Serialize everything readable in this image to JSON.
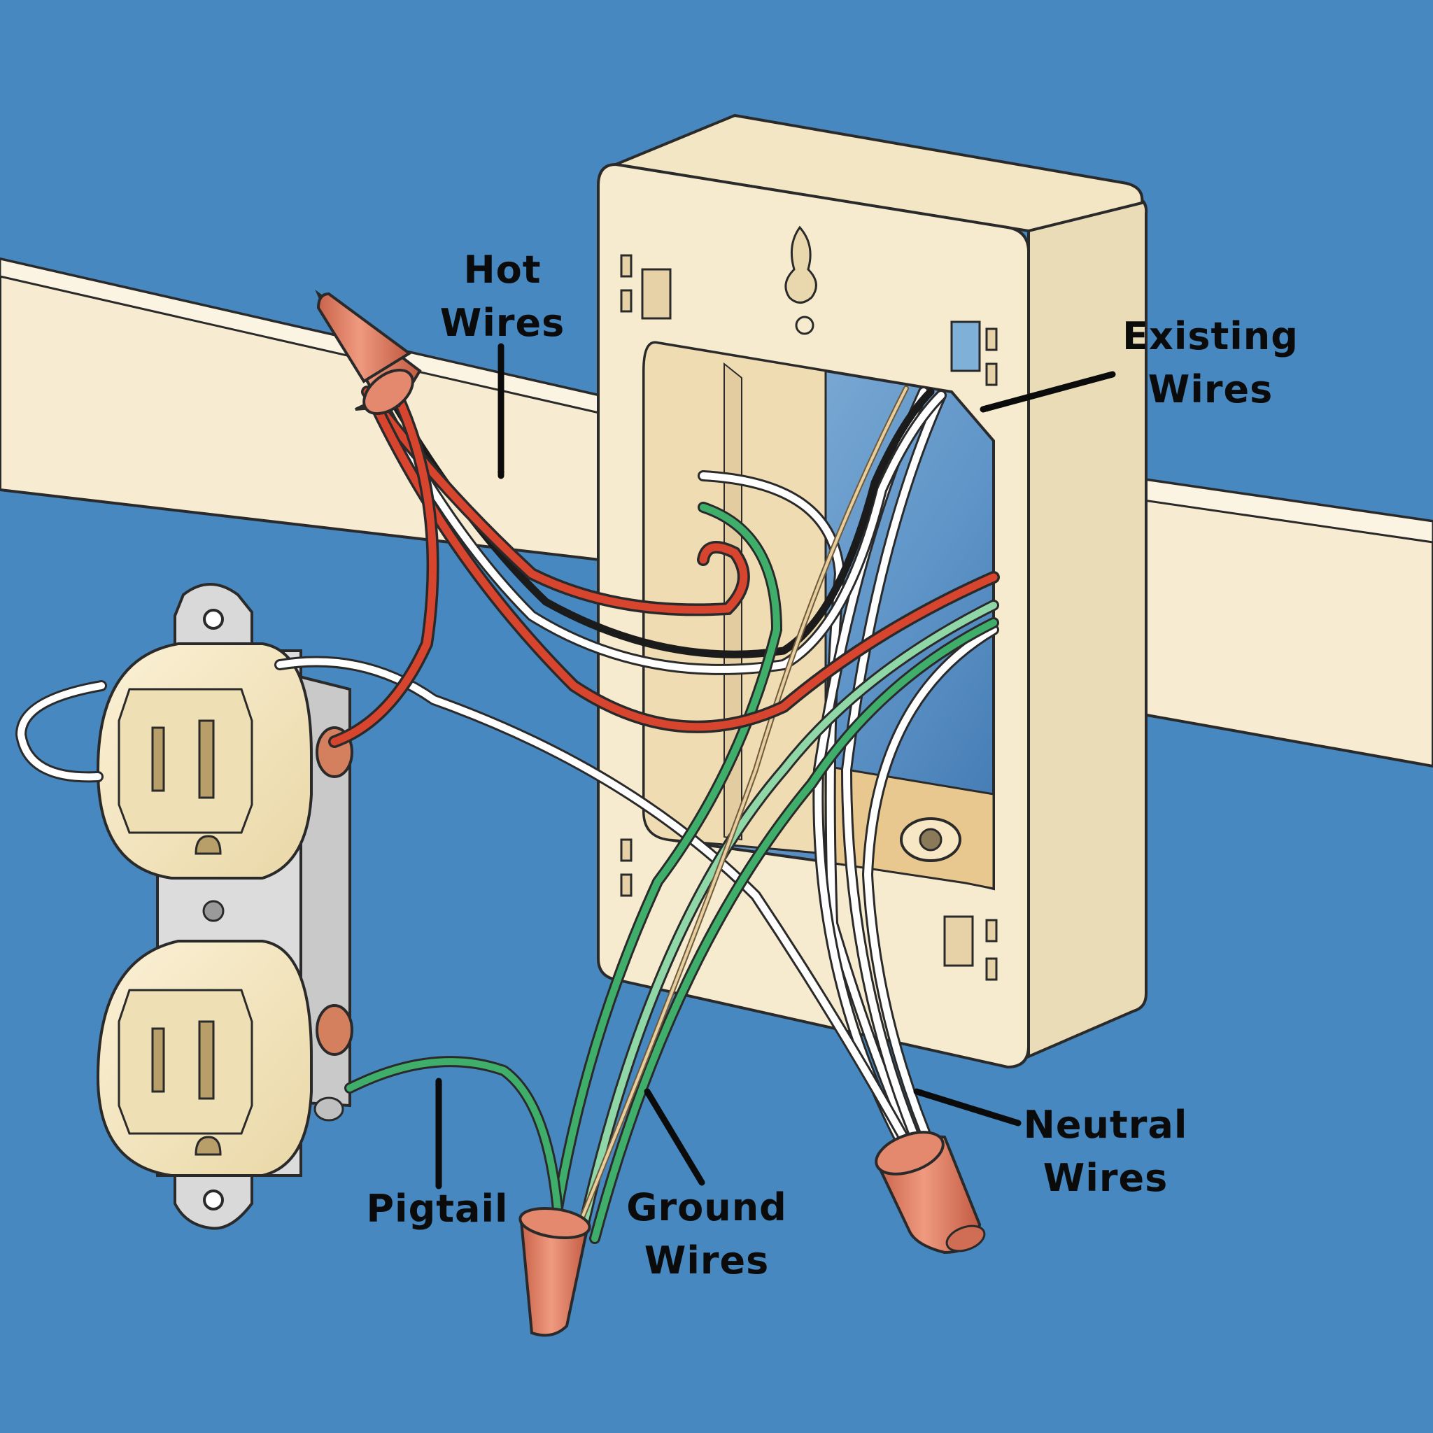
{
  "labels": {
    "hot": [
      "Hot",
      "Wires"
    ],
    "existing": [
      "Existing",
      "Wires"
    ],
    "neutral": [
      "Neutral",
      "Wires"
    ],
    "ground": [
      "Ground",
      "Wires"
    ],
    "pigtail": [
      "Pigtail"
    ]
  },
  "colors": {
    "background": "#4688bf",
    "stud": "#f7ecd2",
    "box": "#f6ebcf",
    "hot_wire": "#d8452f",
    "neutral_wire": "#ffffff",
    "ground_wire": "#3fae6a",
    "wire_nut": "#e07d63",
    "receptacle": "#f4e6bf"
  }
}
